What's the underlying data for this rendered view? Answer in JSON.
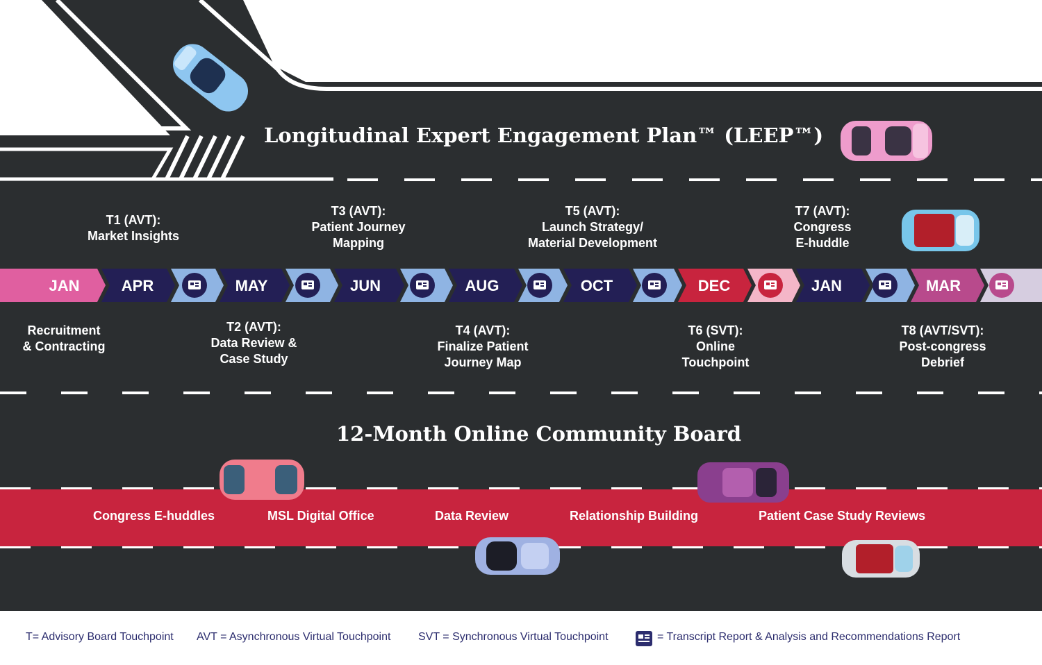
{
  "title_top": "Longitudinal Expert Engagement Plan™ (LEEP™)",
  "title_bottom": "12-Month Online Community Board",
  "months": [
    "JAN",
    "APR",
    "MAY",
    "JUN",
    "AUG",
    "OCT",
    "DEC",
    "JAN",
    "MAR"
  ],
  "touchpoints_top": [
    {
      "lines": [
        "T1 (AVT):",
        "Market Insights"
      ]
    },
    {
      "lines": [
        "T3 (AVT):",
        "Patient Journey",
        "Mapping"
      ]
    },
    {
      "lines": [
        "T5 (AVT):",
        "Launch Strategy/",
        "Material Development"
      ]
    },
    {
      "lines": [
        "T7 (AVT):",
        "Congress",
        "E-huddle"
      ]
    }
  ],
  "touchpoints_bottom": [
    {
      "lines": [
        "Recruitment",
        "& Contracting"
      ]
    },
    {
      "lines": [
        "T2 (AVT):",
        "Data Review &",
        "Case Study"
      ]
    },
    {
      "lines": [
        "T4 (AVT):",
        "Finalize Patient",
        "Journey Map"
      ]
    },
    {
      "lines": [
        "T6 (SVT):",
        "Online",
        "Touchpoint"
      ]
    },
    {
      "lines": [
        "T8 (AVT/SVT):",
        "Post-congress",
        "Debrief"
      ]
    }
  ],
  "community_items": [
    "Congress E-huddles",
    "MSL Digital Office",
    "Data Review",
    "Relationship Building",
    "Patient Case Study Reviews"
  ],
  "legend": {
    "t": "T= Advisory Board Touchpoint",
    "avt": "AVT = Asynchronous Virtual Touchpoint",
    "svt": "SVT = Synchronous Virtual Touchpoint",
    "report": "= Transcript Report & Analysis and Recommendations Report",
    "report_icon": "report-icon"
  },
  "colors": {
    "road": "#2b2e30",
    "navy": "#231f55",
    "light_blue": "#8fb4e3",
    "pink": "#e05fa0",
    "red": "#c8243e",
    "light_pink": "#f4b6c8",
    "magenta": "#b84a8c",
    "lavender": "#d6cde0",
    "lane_red": "#c8243e"
  }
}
